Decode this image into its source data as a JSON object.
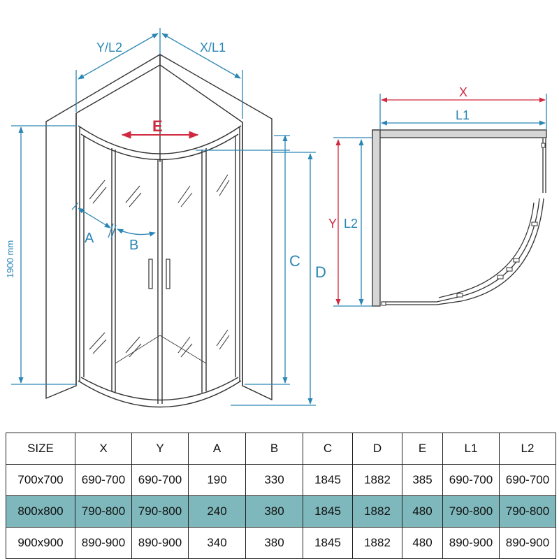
{
  "diagram": {
    "labels": {
      "yl2": "Y/L2",
      "xl1": "X/L1",
      "e": "E",
      "a": "A",
      "b": "B",
      "c": "C",
      "d": "D",
      "height": "1900 mm",
      "x": "X",
      "l1": "L1",
      "y": "Y",
      "l2": "L2"
    },
    "colors": {
      "blue": "#2a86b4",
      "red": "#d0293f",
      "line": "#333333"
    }
  },
  "table": {
    "headers": [
      "SIZE",
      "X",
      "Y",
      "A",
      "B",
      "C",
      "D",
      "E",
      "L1",
      "L2"
    ],
    "rows": [
      [
        "700x700",
        "690-700",
        "690-700",
        "190",
        "330",
        "1845",
        "1882",
        "385",
        "690-700",
        "690-700"
      ],
      [
        "800x800",
        "790-800",
        "790-800",
        "240",
        "380",
        "1845",
        "1882",
        "480",
        "790-800",
        "790-800"
      ],
      [
        "900x900",
        "890-900",
        "890-900",
        "340",
        "380",
        "1845",
        "1882",
        "480",
        "890-900",
        "890-900"
      ]
    ],
    "highlight_color": "#7eb8bc"
  }
}
